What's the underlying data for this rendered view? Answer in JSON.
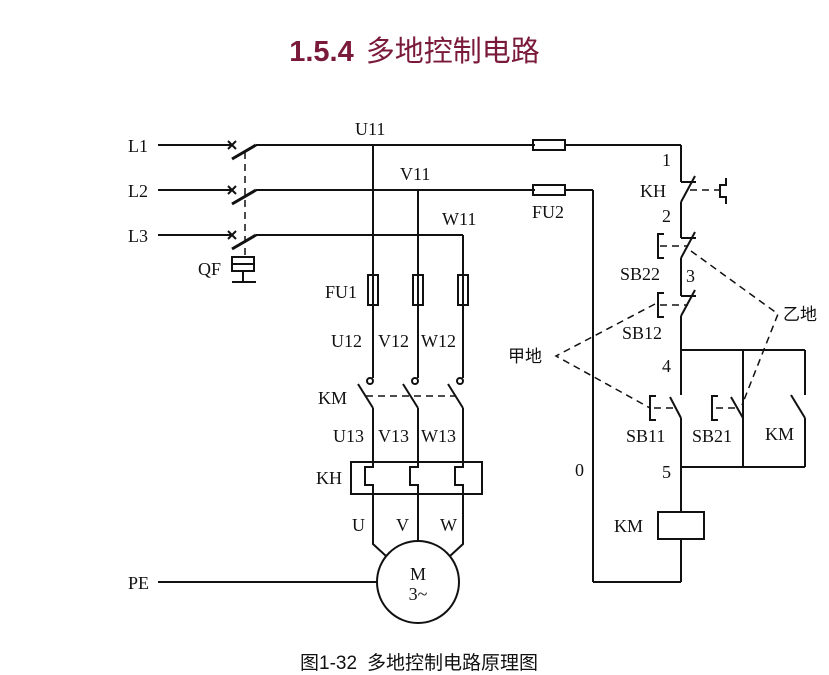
{
  "title": {
    "number": "1.5.4",
    "text": "多地控制电路"
  },
  "caption": {
    "number": "图1-32",
    "text": "多地控制电路原理图"
  },
  "diagram": {
    "phases": [
      "L1",
      "L2",
      "L3"
    ],
    "breaker": "QF",
    "nodes": {
      "u11": "U11",
      "v11": "V11",
      "w11": "W11",
      "u12": "U12",
      "v12": "V12",
      "w12": "W12",
      "u13": "U13",
      "v13": "V13",
      "w13": "W13",
      "u": "U",
      "v": "V",
      "w": "W"
    },
    "main_fuse": "FU1",
    "control_fuse": "FU2",
    "contactor": "KM",
    "thermal_relay": "KH",
    "ground": "PE",
    "motor": {
      "label": "M",
      "sub": "3~"
    },
    "control": {
      "node_1": "1",
      "node_2": "2",
      "node_3": "3",
      "node_4": "4",
      "node_5": "5",
      "node_0": "0",
      "kh_contact": "KH",
      "sb22": "SB22",
      "sb12": "SB12",
      "sb11": "SB11",
      "sb21": "SB21",
      "km_aux": "KM",
      "km_coil": "KM"
    },
    "location_a": "甲地",
    "location_b": "乙地"
  }
}
